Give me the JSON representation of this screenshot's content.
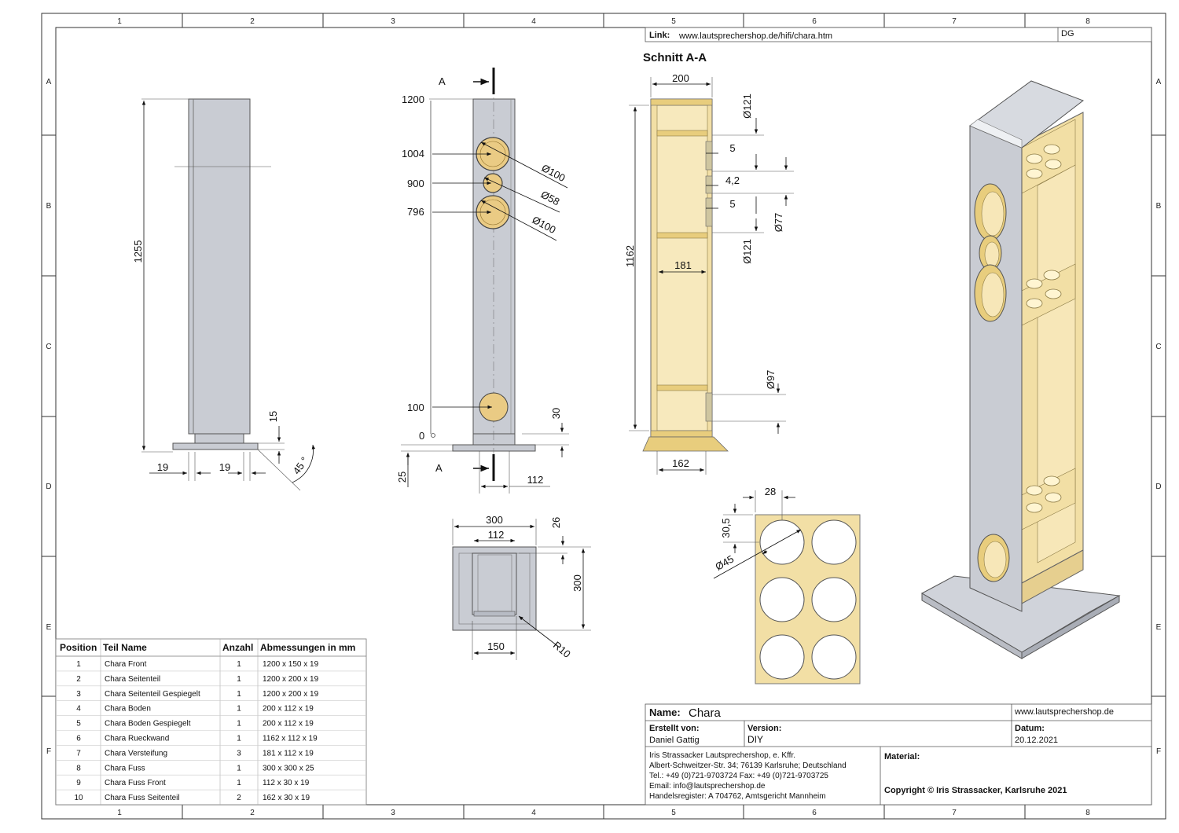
{
  "grid": {
    "cols": [
      "1",
      "2",
      "3",
      "4",
      "5",
      "6",
      "7",
      "8"
    ],
    "rows": [
      "A",
      "B",
      "C",
      "D",
      "E",
      "F"
    ]
  },
  "link": {
    "label": "Link:",
    "url": "www.lautsprechershop.de/hifi/chara.htm",
    "drawer": "DG"
  },
  "section_title": "Schnitt A-A",
  "view_side": {
    "dims": {
      "height": "1255",
      "w1": "19",
      "w2": "19",
      "foot": "15",
      "angle": "45 °"
    }
  },
  "view_front": {
    "marker": "A",
    "levels": [
      "1200",
      "1004",
      "900",
      "796",
      "100",
      "0"
    ],
    "diameters": [
      "Ø100",
      "Ø58",
      "Ø100"
    ],
    "dims": {
      "foot_h": "25",
      "foot_front": "30",
      "width": "112"
    }
  },
  "view_top": {
    "dims": {
      "outer": "300",
      "inner": "112",
      "offset": "26",
      "depth": "300",
      "front": "150",
      "radius": "R10"
    }
  },
  "view_section": {
    "dims": {
      "top_width": "200",
      "height": "1162",
      "inner": "181",
      "foot": "162",
      "d1": "Ø121",
      "s1": "5",
      "s2": "4,2",
      "s3": "5",
      "d77": "Ø77",
      "d2": "Ø121",
      "d97": "Ø97"
    }
  },
  "view_plate": {
    "dims": {
      "spacing": "28",
      "margin": "30,5",
      "hole": "Ø45"
    }
  },
  "parts_table": {
    "headers": [
      "Position",
      "Teil Name",
      "Anzahl",
      "Abmessungen in mm"
    ],
    "rows": [
      [
        "1",
        "Chara Front",
        "1",
        "1200 x 150 x 19"
      ],
      [
        "2",
        "Chara Seitenteil",
        "1",
        "1200 x 200 x 19"
      ],
      [
        "3",
        "Chara Seitenteil Gespiegelt",
        "1",
        "1200 x 200 x 19"
      ],
      [
        "4",
        "Chara Boden",
        "1",
        "200 x 112 x 19"
      ],
      [
        "5",
        "Chara Boden Gespiegelt",
        "1",
        "200 x 112 x 19"
      ],
      [
        "6",
        "Chara Rueckwand",
        "1",
        "1162 x 112 x 19"
      ],
      [
        "7",
        "Chara Versteifung",
        "3",
        "181 x 112 x 19"
      ],
      [
        "8",
        "Chara Fuss",
        "1",
        "300 x 300 x 25"
      ],
      [
        "9",
        "Chara Fuss Front",
        "1",
        "112 x 30 x 19"
      ],
      [
        "10",
        "Chara Fuss Seitenteil",
        "2",
        "162 x 30 x 19"
      ]
    ]
  },
  "title_block": {
    "name_label": "Name:",
    "name": "Chara",
    "website": "www.lautsprechershop.de",
    "author_label": "Erstellt von:",
    "author": "Daniel Gattig",
    "version_label": "Version:",
    "version": "DIY",
    "date_label": "Datum:",
    "date": "20.12.2021",
    "company_lines": [
      "Iris Strassacker Lautsprechershop, e. Kffr.",
      "Albert-Schweitzer-Str. 34; 76139 Karlsruhe; Deutschland",
      "Tel.: +49 (0)721-9703724 Fax: +49 (0)721-9703725",
      "Email: info@lautsprechershop.de",
      "Handelsregister: A 704762, Amtsgericht Mannheim"
    ],
    "material_label": "Material:",
    "copyright": "Copyright © Iris Strassacker, Karlsruhe 2021"
  }
}
